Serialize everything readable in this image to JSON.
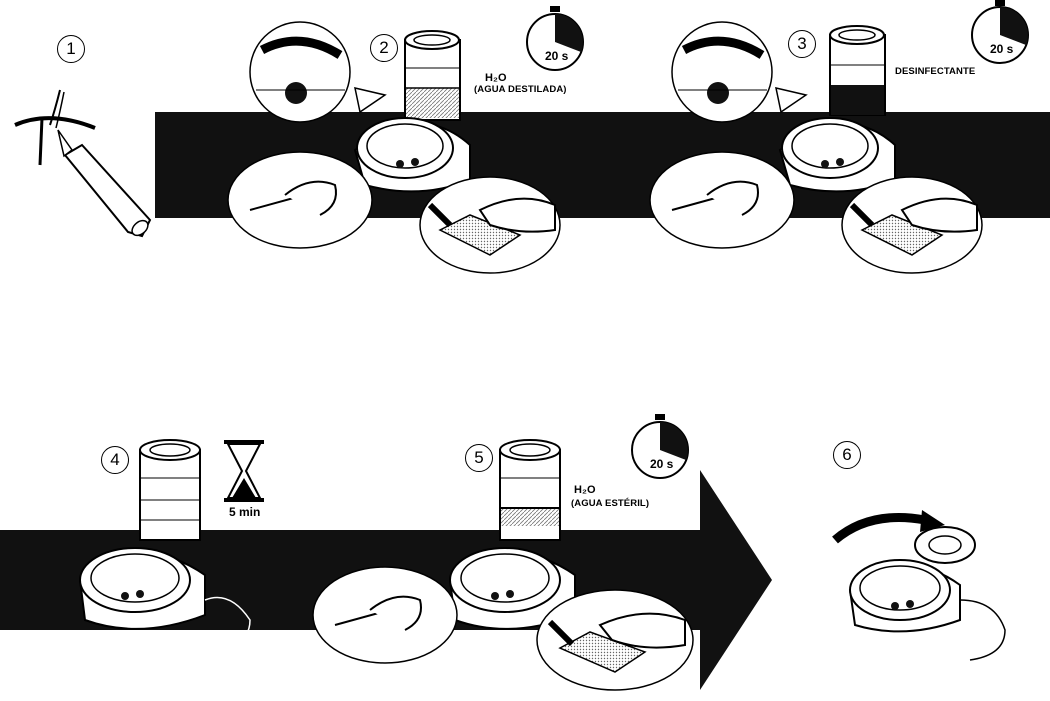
{
  "steps": [
    {
      "number": "1"
    },
    {
      "number": "2",
      "timer": "20 s",
      "label_line1": "H₂O",
      "label_line2": "(AGUA DESTILADA)"
    },
    {
      "number": "3",
      "timer": "20 s",
      "label_line1": "DESINFECTANTE"
    },
    {
      "number": "4",
      "duration": "5 min"
    },
    {
      "number": "5",
      "timer": "20 s",
      "label_line1": "H₂O",
      "label_line2": "(AGUA ESTÉRIL)"
    },
    {
      "number": "6"
    }
  ],
  "colors": {
    "band": "#111111",
    "line": "#000000",
    "fill": "#ffffff",
    "gray": "#8a8a8a"
  },
  "icons": [
    "circled-number-icon",
    "stopwatch-icon",
    "hourglass-icon",
    "rotate-arrow-icon"
  ]
}
